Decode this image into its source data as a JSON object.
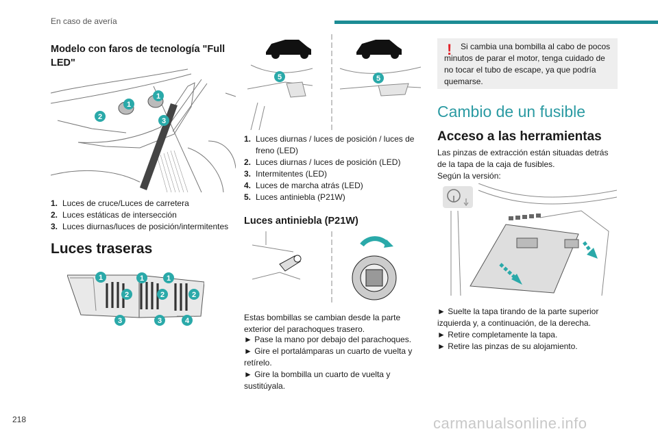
{
  "header": {
    "section": "En caso de avería"
  },
  "page_number": "218",
  "watermark": "carmanualsonline.info",
  "left": {
    "title": "Modelo con faros de tecnología \"Full LED\"",
    "front_items": [
      {
        "num": "1.",
        "label": "Luces de cruce/Luces de carretera"
      },
      {
        "num": "2.",
        "label": "Luces estáticas de intersección"
      },
      {
        "num": "3.",
        "label": "Luces diurnas/luces de posición/intermitentes"
      }
    ],
    "rear_title": "Luces traseras"
  },
  "middle": {
    "rear_items": [
      {
        "num": "1.",
        "label": "Luces diurnas / luces de posición / luces de freno (LED)"
      },
      {
        "num": "2.",
        "label": "Luces diurnas / luces de posición (LED)"
      },
      {
        "num": "3.",
        "label": "Intermitentes (LED)"
      },
      {
        "num": "4.",
        "label": "Luces de marcha atrás (LED)"
      },
      {
        "num": "5.",
        "label": "Luces antiniebla (P21W)"
      }
    ],
    "fog_title": "Luces antiniebla (P21W)",
    "fog_text": "Estas bombillas se cambian desde la parte exterior del parachoques trasero.",
    "fog_steps": [
      "► Pase la mano por debajo del parachoques.",
      "► Gire el portalámparas un cuarto de vuelta y retírelo.",
      "► Gire la bombilla un cuarto de vuelta y sustitúyala."
    ]
  },
  "right": {
    "warning": "Si cambia una bombilla al cabo de pocos minutos de parar el motor, tenga cuidado de no tocar el tubo de escape, ya que podría quemarse.",
    "fuse_title": "Cambio de un fusible",
    "tools_title": "Acceso a las herramientas",
    "tools_text": "Las pinzas de extracción están situadas detrás de la tapa de la caja de fusibles.",
    "version": "Según la versión:",
    "steps": [
      "► Suelte la tapa tirando de la parte superior izquierda y, a continuación, de la derecha.",
      "► Retire completamente la tapa.",
      "► Retire las pinzas de su alojamiento."
    ]
  },
  "callouts": {
    "front": [
      "1",
      "1",
      "2",
      "3"
    ],
    "rear": [
      "1",
      "1",
      "1",
      "2",
      "2",
      "2",
      "3",
      "3",
      "4"
    ],
    "fog": [
      "5",
      "5"
    ]
  },
  "colors": {
    "accent": "#1c8c94",
    "callout": "#2aa9a9",
    "warning": "#e3242b"
  }
}
